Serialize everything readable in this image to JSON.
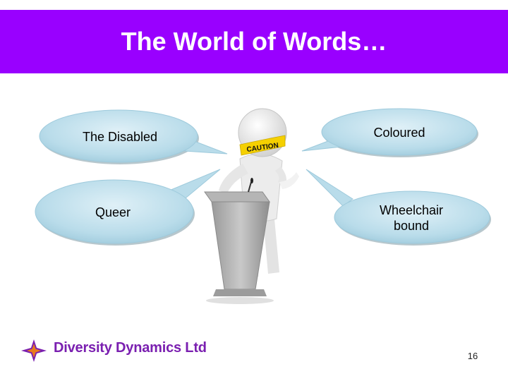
{
  "slide": {
    "title": "The World of Words…",
    "page_number": "16"
  },
  "bubbles": [
    {
      "text": "The Disabled"
    },
    {
      "text": "Queer"
    },
    {
      "text": "Coloured"
    },
    {
      "text": "Wheelchair bound"
    }
  ],
  "figure": {
    "sign_text": "CAUTION"
  },
  "logo": {
    "text": "Diversity Dynamics Ltd"
  },
  "colors": {
    "title_bg": "#9900ff",
    "bubble_fill": "#b9dcea",
    "logo_purple": "#7a1fb0",
    "logo_orange": "#e87a1e"
  }
}
